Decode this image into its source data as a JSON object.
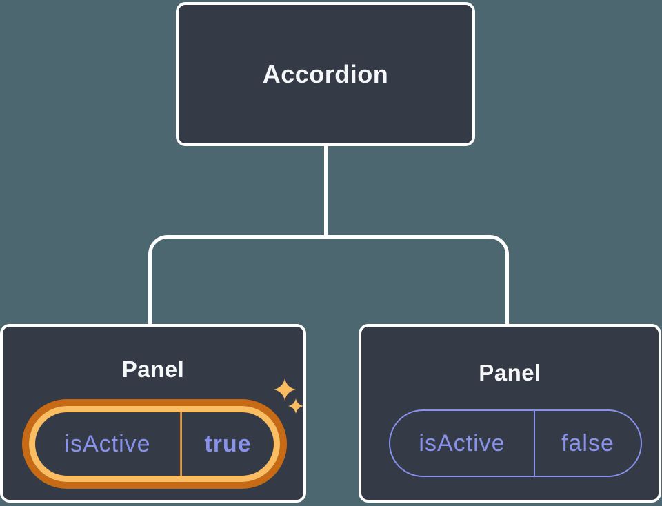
{
  "diagram": {
    "root": {
      "label": "Accordion"
    },
    "children": [
      {
        "label": "Panel",
        "state": {
          "key": "isActive",
          "value": "true",
          "highlighted": true
        }
      },
      {
        "label": "Panel",
        "state": {
          "key": "isActive",
          "value": "false",
          "highlighted": false
        }
      }
    ]
  },
  "icons": {
    "sparkle": "sparkle-icon"
  },
  "colors": {
    "background": "#4d6770",
    "card_fill": "#343a46",
    "card_border": "#ffffff",
    "connector": "#ffffff",
    "text_primary": "#f6f7f9",
    "state_purple": "#8891ec",
    "highlight_orange_dark": "#c76a15",
    "highlight_orange_light": "#fbbd62"
  }
}
